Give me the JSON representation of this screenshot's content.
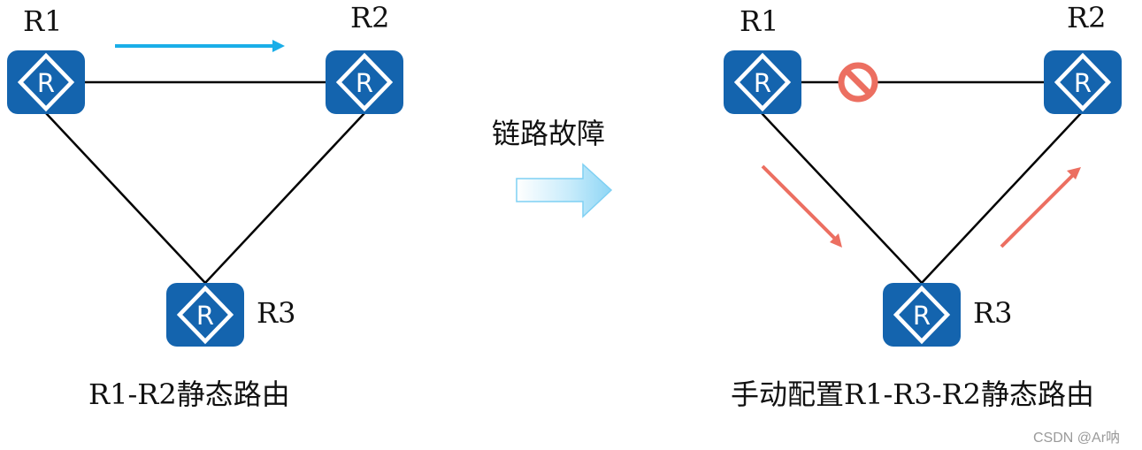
{
  "left_diagram": {
    "routers": [
      {
        "id": "R1",
        "label": "R1"
      },
      {
        "id": "R2",
        "label": "R2"
      },
      {
        "id": "R3",
        "label": "R3"
      }
    ],
    "links": [
      [
        "R1",
        "R2"
      ],
      [
        "R1",
        "R3"
      ],
      [
        "R3",
        "R2"
      ]
    ],
    "route_arrow": {
      "from": "R1",
      "to": "R2",
      "color": "#1AAEE8"
    },
    "caption": "R1-R2静态路由"
  },
  "transition": {
    "label": "链路故障",
    "arrow_color": "#3BB8EC"
  },
  "right_diagram": {
    "routers": [
      {
        "id": "R1",
        "label": "R1"
      },
      {
        "id": "R2",
        "label": "R2"
      },
      {
        "id": "R3",
        "label": "R3"
      }
    ],
    "links": [
      [
        "R1",
        "R2"
      ],
      [
        "R1",
        "R3"
      ],
      [
        "R3",
        "R2"
      ]
    ],
    "failed_link": [
      "R1",
      "R2"
    ],
    "failure_icon": "prohibited-icon",
    "failure_color": "#EC6F61",
    "route_arrows": [
      {
        "from": "R1",
        "to": "R3",
        "color": "#EC6F61"
      },
      {
        "from": "R3",
        "to": "R2",
        "color": "#EC6F61"
      }
    ],
    "caption": "手动配置R1-R3-R2静态路由"
  },
  "router_icon": {
    "glyph": "R",
    "color": "#1464AE"
  },
  "watermark": "CSDN @Ar呐"
}
